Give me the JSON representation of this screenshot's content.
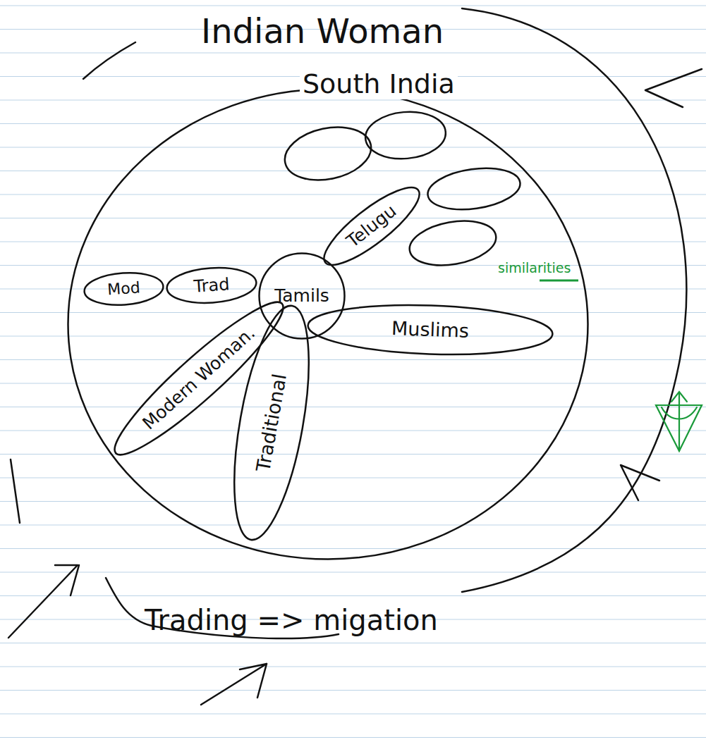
{
  "diagram": {
    "title": "Indian Woman",
    "nodes": [
      {
        "text": [
          "South India"
        ]
      },
      {
        "text": [
          "Tamils"
        ],
        "in": 0
      },
      {
        "text": [
          "Telugu"
        ],
        "in": 0
      },
      {
        "text": [
          "Muslims"
        ],
        "in": 0
      },
      {
        "text": [
          "Traditional"
        ],
        "in": 0
      },
      {
        "text": [
          "Modern Woman."
        ],
        "in": 0
      },
      {
        "text": [
          "Trad"
        ],
        "in": 0
      },
      {
        "text": [
          "Mod"
        ],
        "in": 0
      }
    ],
    "labels": [
      "similarities",
      "Trading => migation"
    ]
  }
}
